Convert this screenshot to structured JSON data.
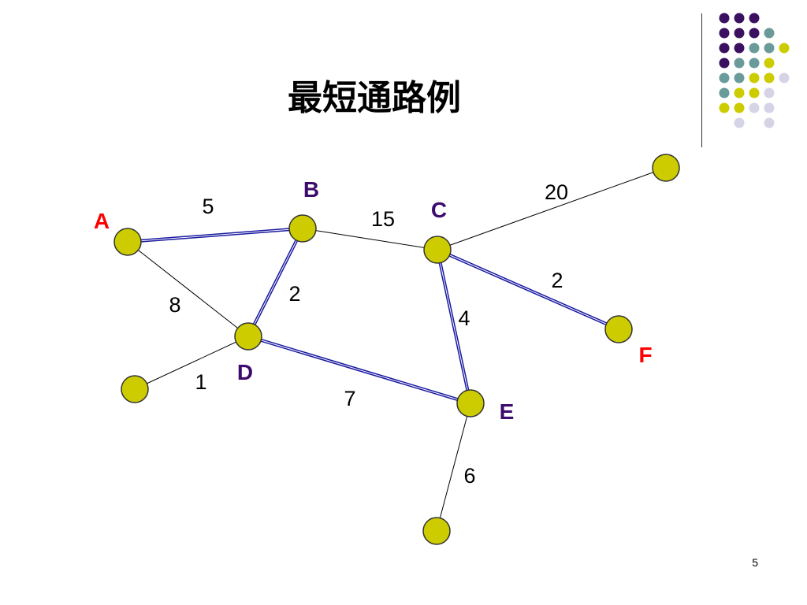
{
  "slide": {
    "title": "最短通路例",
    "page_number": "5"
  },
  "colors": {
    "node_fill": "#cccc00",
    "node_stroke": "#333333",
    "edge_default": "#000000",
    "edge_path": "#1a1aa0",
    "label_source_target": "#ff0000",
    "label_node": "#3d0a6e",
    "dot_purple": "#3b1060",
    "dot_teal": "#6a9a9a",
    "dot_yellow": "#cccc00",
    "dot_lavender": "#d4d4e6"
  },
  "graph": {
    "nodes": [
      {
        "id": "A",
        "label": "A",
        "role": "source"
      },
      {
        "id": "B",
        "label": "B",
        "role": "node"
      },
      {
        "id": "C",
        "label": "C",
        "role": "node"
      },
      {
        "id": "D",
        "label": "D",
        "role": "node"
      },
      {
        "id": "E",
        "label": "E",
        "role": "node"
      },
      {
        "id": "F",
        "label": "F",
        "role": "target"
      },
      {
        "id": "N1",
        "label": "",
        "role": "unlabeled"
      },
      {
        "id": "N2",
        "label": "",
        "role": "unlabeled"
      },
      {
        "id": "N3",
        "label": "",
        "role": "unlabeled"
      }
    ],
    "edges": [
      {
        "from": "A",
        "to": "B",
        "weight": "5",
        "shortest_path": true
      },
      {
        "from": "A",
        "to": "D",
        "weight": "8",
        "shortest_path": false
      },
      {
        "from": "B",
        "to": "D",
        "weight": "2",
        "shortest_path": true
      },
      {
        "from": "B",
        "to": "C",
        "weight": "15",
        "shortest_path": false
      },
      {
        "from": "C",
        "to": "N1",
        "weight": "20",
        "shortest_path": false
      },
      {
        "from": "C",
        "to": "F",
        "weight": "2",
        "shortest_path": true
      },
      {
        "from": "C",
        "to": "E",
        "weight": "4",
        "shortest_path": true
      },
      {
        "from": "D",
        "to": "E",
        "weight": "7",
        "shortest_path": true
      },
      {
        "from": "D",
        "to": "N2",
        "weight": "1",
        "shortest_path": false
      },
      {
        "from": "E",
        "to": "N3",
        "weight": "6",
        "shortest_path": false
      }
    ]
  }
}
